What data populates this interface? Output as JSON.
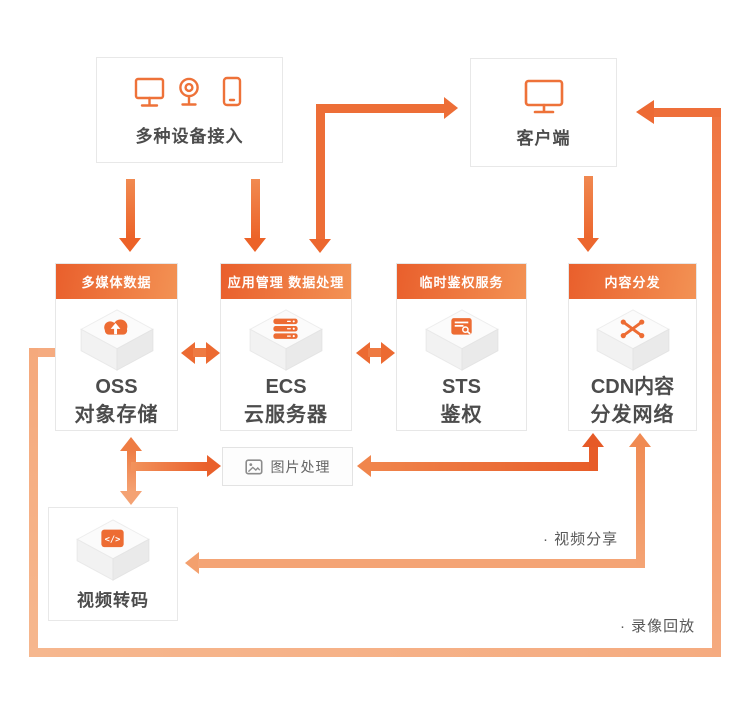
{
  "palette": {
    "accent": "#ec6a31",
    "accent_light": "#f5a97c",
    "header_gradient_start": "#e95f2c",
    "header_gradient_end": "#f39254"
  },
  "nodes": {
    "devices": {
      "label": "多种设备接入"
    },
    "client": {
      "label": "客户端"
    },
    "oss": {
      "header": "多媒体数据",
      "title": "OSS",
      "subtitle": "对象存储"
    },
    "ecs": {
      "header": "应用管理 数据处理",
      "title": "ECS",
      "subtitle": "云服务器"
    },
    "sts": {
      "header": "临时鉴权服务",
      "title": "STS",
      "subtitle": "鉴权"
    },
    "cdn": {
      "header": "内容分发",
      "title": "CDN内容",
      "subtitle": "分发网络"
    },
    "image_processing": {
      "label": "图片处理"
    },
    "video_transcode": {
      "label": "视频转码"
    }
  },
  "annotations": {
    "video_share": "· 视频分享",
    "video_playback": "· 录像回放"
  },
  "icons": {
    "devices": [
      "monitor-icon",
      "webcam-icon",
      "phone-icon"
    ],
    "client": "monitor-icon",
    "oss": "cloud-storage-cube-icon",
    "ecs": "server-cube-icon",
    "sts": "credential-cube-icon",
    "cdn": "network-cube-icon",
    "video_transcode": "code-cube-icon",
    "image_processing": "picture-icon"
  }
}
